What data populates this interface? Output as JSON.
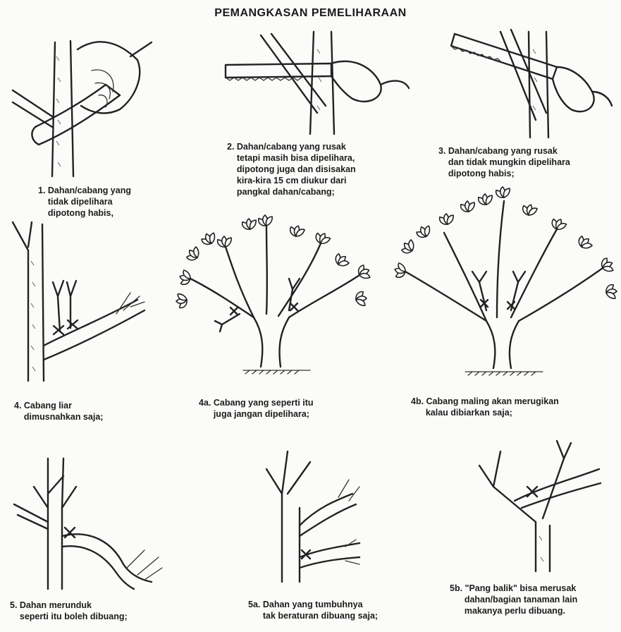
{
  "title": "PEMANGKASAN PEMELIHARAAN",
  "captions": {
    "c1": "1. Dahan/cabang yang\n    tidak dipelihara\n    dipotong habis,",
    "c2": "2. Dahan/cabang yang rusak\n    tetapi masih bisa dipelihara,\n    dipotong juga dan disisakan\n    kira-kira 15 cm diukur dari\n    pangkal dahan/cabang;",
    "c3": "3. Dahan/cabang yang rusak\n    dan tidak mungkin dipelihara\n    dipotong habis;",
    "c4": "4. Cabang liar\n    dimusnahkan saja;",
    "c4a": "4a. Cabang yang seperti itu\n      juga jangan dipelihara;",
    "c4b": "4b. Cabang maling akan merugikan\n      kalau dibiarkan saja;",
    "c5": "5. Dahan merunduk\n    seperti itu boleh dibuang;",
    "c5a": "5a. Dahan yang tumbuhnya\n      tak beraturan dibuang saja;",
    "c5b": "5b. \"Pang balik\" bisa merusak\n      dahan/bagian tanaman lain\n      makanya perlu dibuang."
  },
  "illustrations": [
    "pruning-shears-cut",
    "saw-partial-cut",
    "saw-full-cut",
    "wild-branch",
    "tree-with-sucker",
    "tree-with-water-sprouts",
    "drooping-branch",
    "irregular-branch",
    "crossing-branch"
  ]
}
